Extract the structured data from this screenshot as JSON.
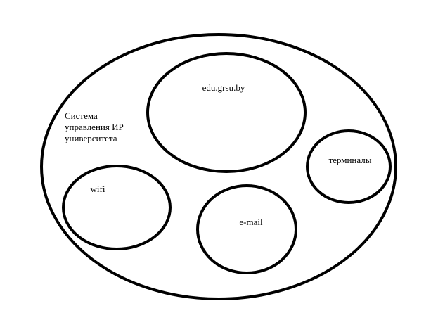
{
  "diagram": {
    "outer": {
      "label_lines": [
        "Система",
        "управления ИР",
        "университета"
      ]
    },
    "nodes": [
      {
        "id": "edu",
        "label": "edu.grsu.by"
      },
      {
        "id": "terminals",
        "label": "терминалы"
      },
      {
        "id": "wifi",
        "label": "wifi"
      },
      {
        "id": "email",
        "label": "e-mail"
      }
    ],
    "colors": {
      "stroke": "#000000",
      "background": "#ffffff",
      "text": "#000000"
    }
  }
}
